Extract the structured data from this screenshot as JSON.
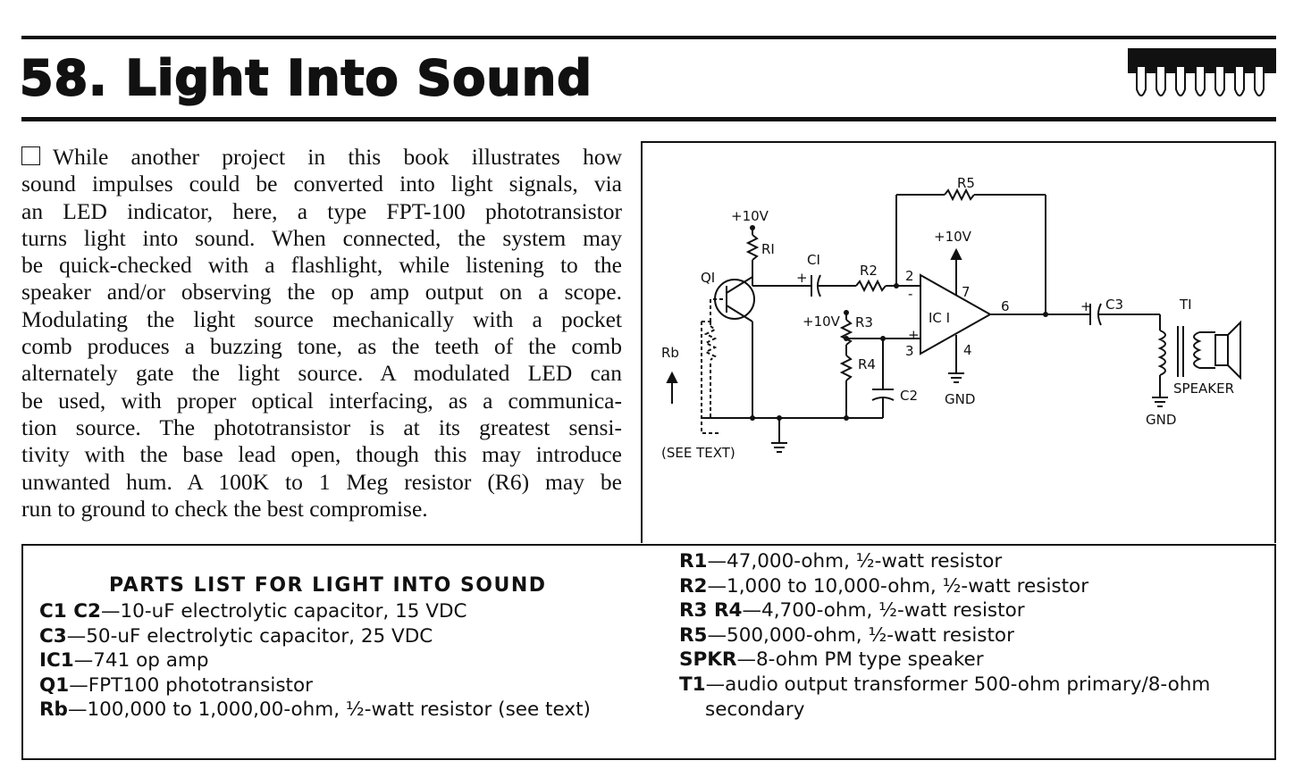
{
  "header": {
    "title": "58. Light Into Sound"
  },
  "body_lines": [
    "While another project in this book illustrates how",
    "sound impulses could be converted into light signals, via",
    "an LED indicator, here, a type FPT-100 phototransistor",
    "turns light into sound. When connected, the system may",
    "be quick-checked with a flashlight, while listening to the",
    "speaker and/or observing the op amp output on a scope.",
    "Modulating the light source mechanically with a pocket",
    "comb produces a buzzing tone, as the teeth of the comb",
    "alternately gate the light source. A modulated LED can",
    "be used, with proper optical interfacing, as a communica-",
    "tion source. The phototransistor is at its greatest sensi-",
    "tivity with the base lead open, though this may introduce",
    "unwanted hum. A 100K to 1 Meg resistor (R6) may be",
    "run to ground to check the best compromise."
  ],
  "schematic": {
    "labels": {
      "v_r1": "+10V",
      "r1": "RI",
      "q1": "QI",
      "c1": "CI",
      "r2": "R2",
      "r5": "R5",
      "v_ic": "+10V",
      "v_r3": "+10V",
      "r3": "R3",
      "r4": "R4",
      "c2": "C2",
      "ic1": "IC I",
      "pin2": "2",
      "pin3": "3",
      "pin4": "4",
      "pin6": "6",
      "pin7": "7",
      "minus": "-",
      "plus": "+",
      "gnd_ic": "GND",
      "c3": "C3",
      "t1": "TI",
      "speaker": "SPEAKER",
      "gnd_t1": "GND",
      "rb": "Rb",
      "see_text": "(SEE TEXT)",
      "c1_plus": "+",
      "c3_plus": "+"
    }
  },
  "parts_list": {
    "heading": "PARTS LIST FOR LIGHT INTO SOUND",
    "left": [
      {
        "ref": "C1  C2",
        "desc": "—10-uF electrolytic capacitor, 15 VDC"
      },
      {
        "ref": "C3",
        "desc": "—50-uF electrolytic capacitor, 25 VDC"
      },
      {
        "ref": "IC1",
        "desc": "—741 op amp"
      },
      {
        "ref": "Q1",
        "desc": "—FPT100 phototransistor"
      },
      {
        "ref": "Rb",
        "desc": "—100,000 to 1,000,00-ohm, ½-watt resistor (see text)"
      }
    ],
    "right": [
      {
        "ref": "R1",
        "desc": "—47,000-ohm, ½-watt resistor"
      },
      {
        "ref": "R2",
        "desc": "—1,000 to 10,000-ohm, ½-watt resistor"
      },
      {
        "ref": "R3  R4",
        "desc": "—4,700-ohm, ½-watt resistor"
      },
      {
        "ref": "R5",
        "desc": "—500,000-ohm, ½-watt resistor"
      },
      {
        "ref": "SPKR",
        "desc": "—8-ohm PM type speaker"
      },
      {
        "ref": "T1",
        "desc": "—audio output transformer 500-ohm primary/8-ohm"
      }
    ],
    "right_continuation": "secondary"
  }
}
